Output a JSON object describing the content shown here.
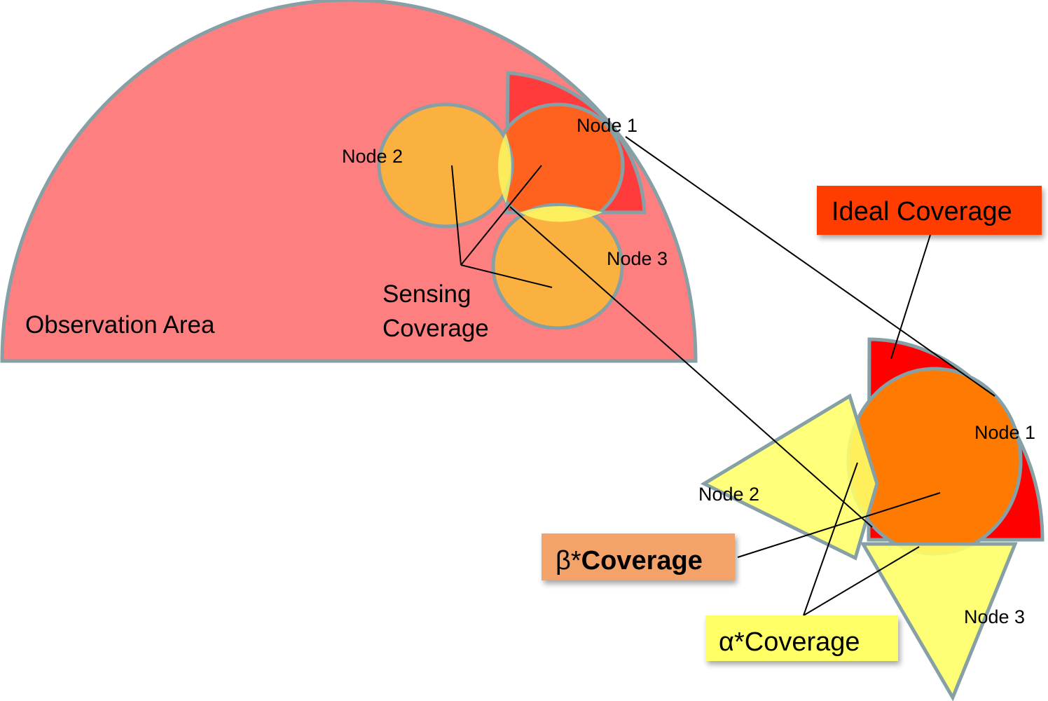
{
  "observation_area": {
    "label": "Observation Area"
  },
  "sensing_coverage": {
    "line1": "Sensing",
    "line2": "Coverage"
  },
  "left_nodes": {
    "node1": "Node 1",
    "node2": "Node 2",
    "node3": "Node 3"
  },
  "right_nodes": {
    "node1": "Node 1",
    "node2": "Node 2",
    "node3": "Node 3"
  },
  "legend": {
    "ideal": "Ideal Coverage",
    "beta_symbol": "β*",
    "beta_word": "Coverage",
    "alpha": "α*Coverage"
  },
  "colors": {
    "observation_fill": "#fd7f7f",
    "outline": "#87a0a6",
    "sector_red": "#ff1a1a",
    "node_orange": "#fbb13f",
    "overlap_yellow": "#ffff66",
    "ideal_box": "#ff3c00",
    "beta_box": "#f3a26b",
    "alpha_box": "#ffff66"
  }
}
